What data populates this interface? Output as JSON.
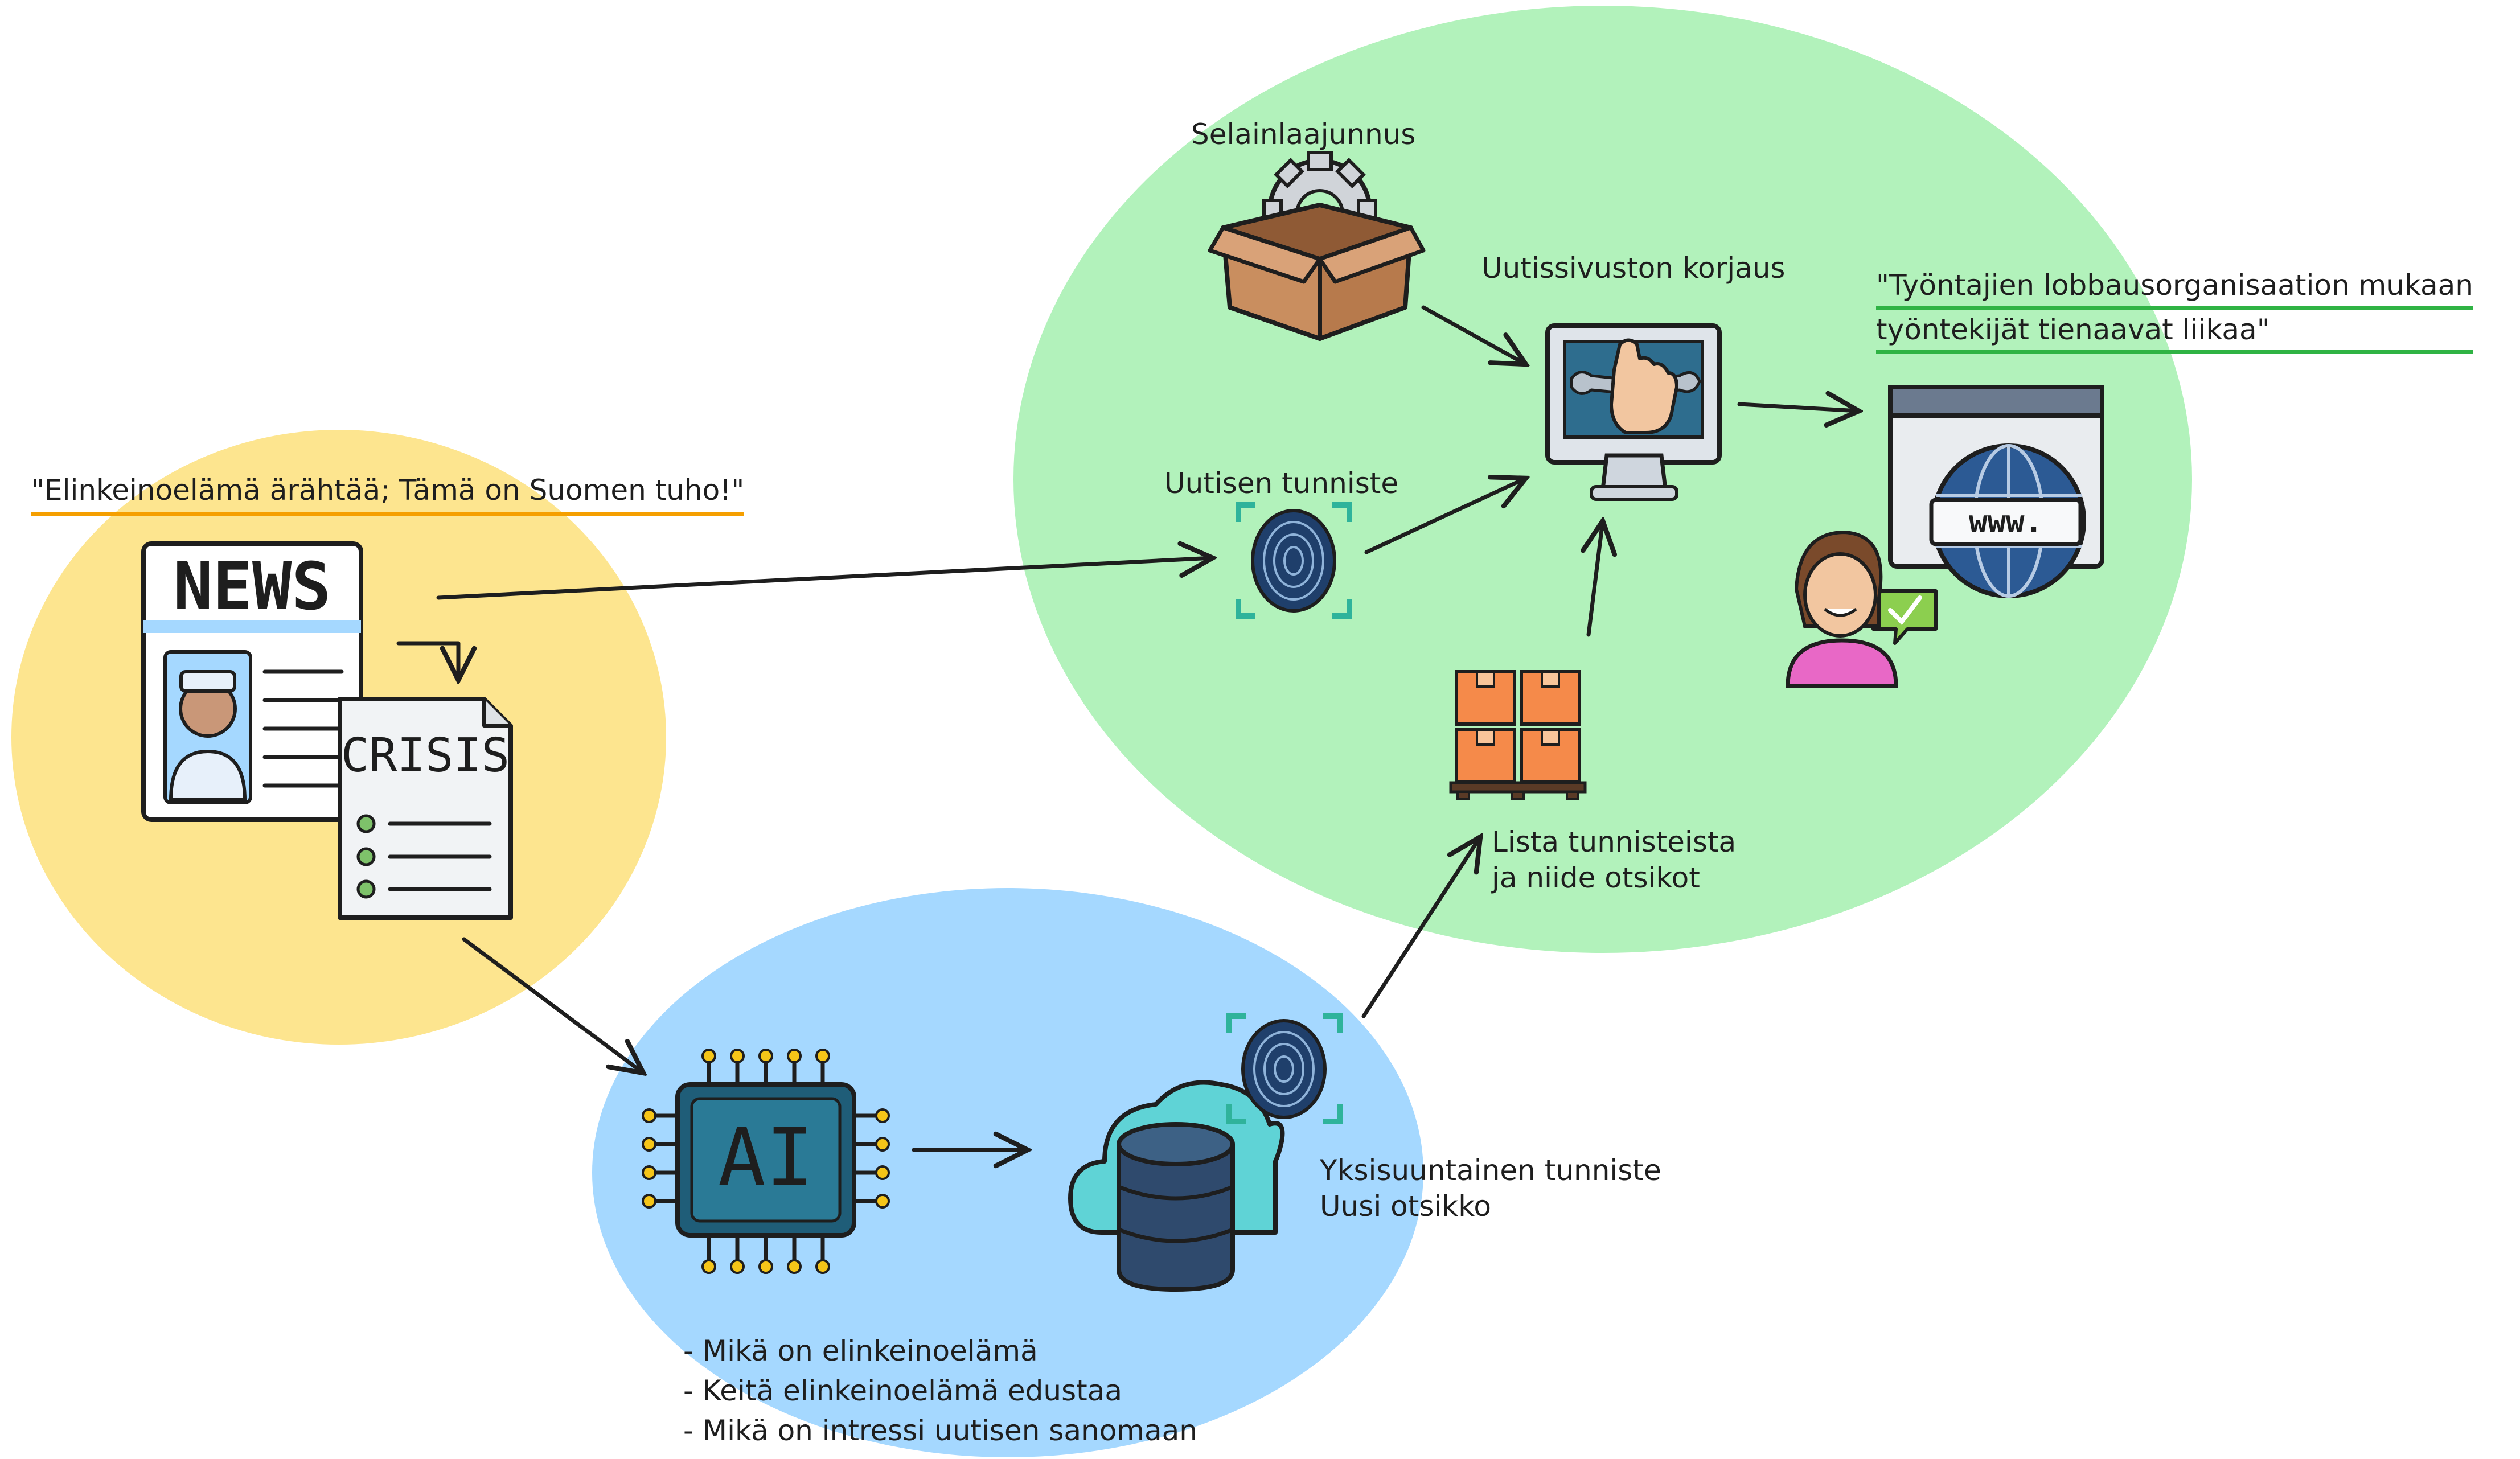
{
  "colors": {
    "yellow_zone": "#fde58f",
    "green_zone": "#b2f2bb",
    "blue_zone": "#a5d8ff",
    "quote_underline_orange": "#f59f00",
    "quote_underline_green": "#2fb344",
    "ink": "#1e1e1e"
  },
  "quotes": {
    "business": "\"Elinkeinoelämä ärähtää; Tämä on Suomen tuho!\"",
    "employers_line1": "\"Työntajien lobbausorganisaation mukaan",
    "employers_line2": "työntekijät tienaavat liikaa\""
  },
  "labels": {
    "browser_extension": "Selainlaajunnus",
    "news_site_fix": "Uutissivuston korjaus",
    "news_identifier": "Uutisen tunniste",
    "list_line1": "Lista tunnisteista",
    "list_line2": "ja niide otsikot",
    "one_way_line1": "Yksisuuntainen tunniste",
    "one_way_line2": "Uusi otsikko"
  },
  "questions": [
    "- Mikä on elinkeinoelämä",
    "- Keitä elinkeinoelämä edustaa",
    "- Mikä on intressi uutisen sanomaan"
  ],
  "icons": {
    "news": "NEWS",
    "crisis": "CRISIS",
    "ai": "AI",
    "www": "www."
  }
}
